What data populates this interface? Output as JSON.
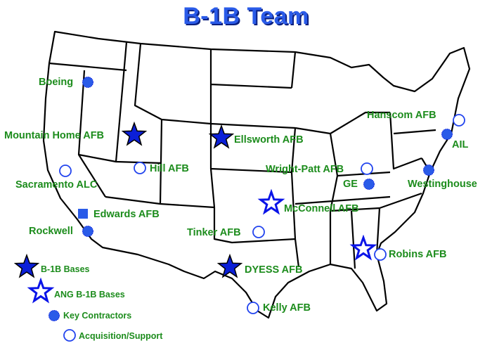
{
  "title": "B-1B Team",
  "colors": {
    "title": "#2a5be8",
    "label": "#1c8c1c",
    "marker": "#0a1ee0",
    "fill": "#2a5be8"
  },
  "locations": [
    {
      "id": "boeing",
      "label": "Boeing",
      "type": "key-contractor"
    },
    {
      "id": "mountain-home",
      "label": "Mountain Home AFB",
      "type": "b1b-base"
    },
    {
      "id": "ellsworth",
      "label": "Ellsworth AFB",
      "type": "b1b-base"
    },
    {
      "id": "hanscom",
      "label": "Hanscom AFB",
      "type": "acquisition-support"
    },
    {
      "id": "ail",
      "label": "AIL",
      "type": "key-contractor"
    },
    {
      "id": "wright-patt",
      "label": "Wright-Patt AFB",
      "type": "acquisition-support"
    },
    {
      "id": "ge",
      "label": "GE",
      "type": "key-contractor"
    },
    {
      "id": "westinghouse",
      "label": "Westinghouse",
      "type": "key-contractor"
    },
    {
      "id": "sacramento",
      "label": "Sacramento ALC",
      "type": "acquisition-support"
    },
    {
      "id": "hill",
      "label": "Hill AFB",
      "type": "acquisition-support"
    },
    {
      "id": "edwards",
      "label": "Edwards AFB",
      "type": "test-site"
    },
    {
      "id": "rockwell",
      "label": "Rockwell",
      "type": "key-contractor"
    },
    {
      "id": "mcconnell",
      "label": "McConnell AFB",
      "type": "ang-b1b-base"
    },
    {
      "id": "tinker",
      "label": "Tinker AFB",
      "type": "acquisition-support"
    },
    {
      "id": "robins",
      "label": "Robins AFB",
      "type": "ang-b1b-base"
    },
    {
      "id": "dyess",
      "label": "DYESS AFB",
      "type": "b1b-base"
    },
    {
      "id": "kelly",
      "label": "Kelly AFB",
      "type": "acquisition-support"
    }
  ],
  "legend": [
    {
      "label": "B-1B Bases",
      "type": "b1b-base"
    },
    {
      "label": "ANG B-1B Bases",
      "type": "ang-b1b-base"
    },
    {
      "label": "Key Contractors",
      "type": "key-contractor"
    },
    {
      "label": "Acquisition/Support",
      "type": "acquisition-support"
    }
  ]
}
